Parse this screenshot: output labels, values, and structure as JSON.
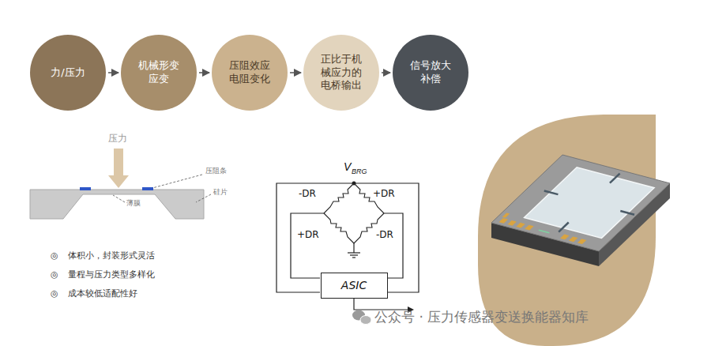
{
  "diagram": {
    "nodes": [
      {
        "text": [
          "力/压力"
        ]
      },
      {
        "text": [
          "机械形变 应变"
        ]
      },
      {
        "text": [
          "压阻效应 电阻变化"
        ]
      },
      {
        "text": [
          "正比于机械应力的电桥输出"
        ]
      },
      {
        "text": [
          "信号放大 补偿"
        ]
      },
      {
        "text": [
          "ASIC"
        ]
      }
    ],
    "edges": [
      {
        "from": 0,
        "to": 1,
        "arrow": "to"
      },
      {
        "from": 1,
        "to": 2,
        "arrow": "to"
      },
      {
        "from": 2,
        "to": 3,
        "arrow": "to"
      },
      {
        "from": 3,
        "to": 4,
        "arrow": "to"
      }
    ],
    "labels": [
      "压力",
      "压阻条",
      "硅片",
      "薄膜",
      "◎",
      "体积小，封装形式灵活",
      "◎",
      "量程与压力类型多样化",
      "◎",
      "成本较低适配性好",
      "V",
      "BRG",
      "-DR",
      "+DR",
      "+DR",
      "-DR",
      "公众号 · 压力传感器变送换能器知库"
    ]
  }
}
